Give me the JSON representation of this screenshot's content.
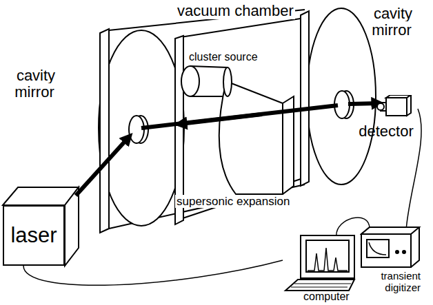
{
  "diagram": {
    "nodes": [
      {
        "text": [
          "laser"
        ]
      },
      {
        "text": [
          "detector"
        ]
      },
      {
        "text": [
          "computer"
        ]
      },
      {
        "text": [
          "transient digitizer"
        ]
      }
    ],
    "edges": [
      {
        "from": 0,
        "to": 2,
        "arrow": "none"
      },
      {
        "from": 2,
        "to": 3,
        "arrow": "none"
      },
      {
        "from": 1,
        "to": 3,
        "arrow": "none"
      }
    ],
    "labels": [
      "cavity mirror",
      "vacuum chamber",
      "cavity mirror",
      "cluster source",
      "supersonic expansion"
    ]
  }
}
